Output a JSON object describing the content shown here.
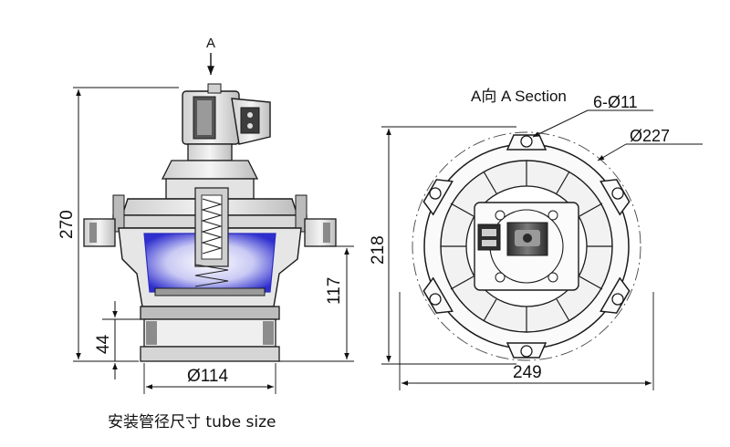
{
  "side_view": {
    "arrow_label": "A",
    "dim_height": "270",
    "dim_lower": "117",
    "dim_thread": "44",
    "dim_diameter": "Ø114"
  },
  "section_view": {
    "title": "A向 A Section",
    "dim_holes": "6-Ø11",
    "dim_bolt_circle": "Ø227",
    "dim_height": "218",
    "dim_width": "249"
  },
  "caption": "安装管径尺寸 tube size",
  "colors": {
    "line": "#1a1a1a",
    "metal_light": "#e6e6e6",
    "metal_mid": "#bdbdbd",
    "metal_dark": "#4d4d4d",
    "inner_blue": "#3a3ad0"
  }
}
